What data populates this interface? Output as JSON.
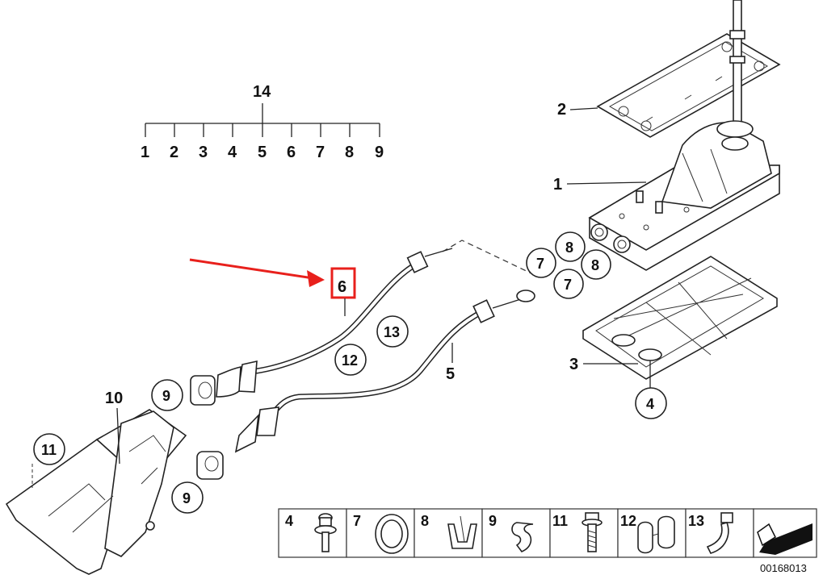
{
  "parts": {
    "p1": "1",
    "p2": "2",
    "p3": "3",
    "p4": "4",
    "p5": "5",
    "p6": "6",
    "p7a": "7",
    "p7b": "7",
    "p8a": "8",
    "p8b": "8",
    "p9a": "9",
    "p9b": "9",
    "p10": "10",
    "p11": "11",
    "p12": "12",
    "p13": "13",
    "p14": "14"
  },
  "group_14": [
    "1",
    "2",
    "3",
    "4",
    "5",
    "6",
    "7",
    "8",
    "9"
  ],
  "hardware_strip": [
    "4",
    "7",
    "8",
    "9",
    "11",
    "12",
    "13"
  ],
  "reference_number": "00168013",
  "colors": {
    "highlight": "#e8201c",
    "line": "#222222"
  },
  "icons": [
    "navigation-arrow-icon"
  ]
}
